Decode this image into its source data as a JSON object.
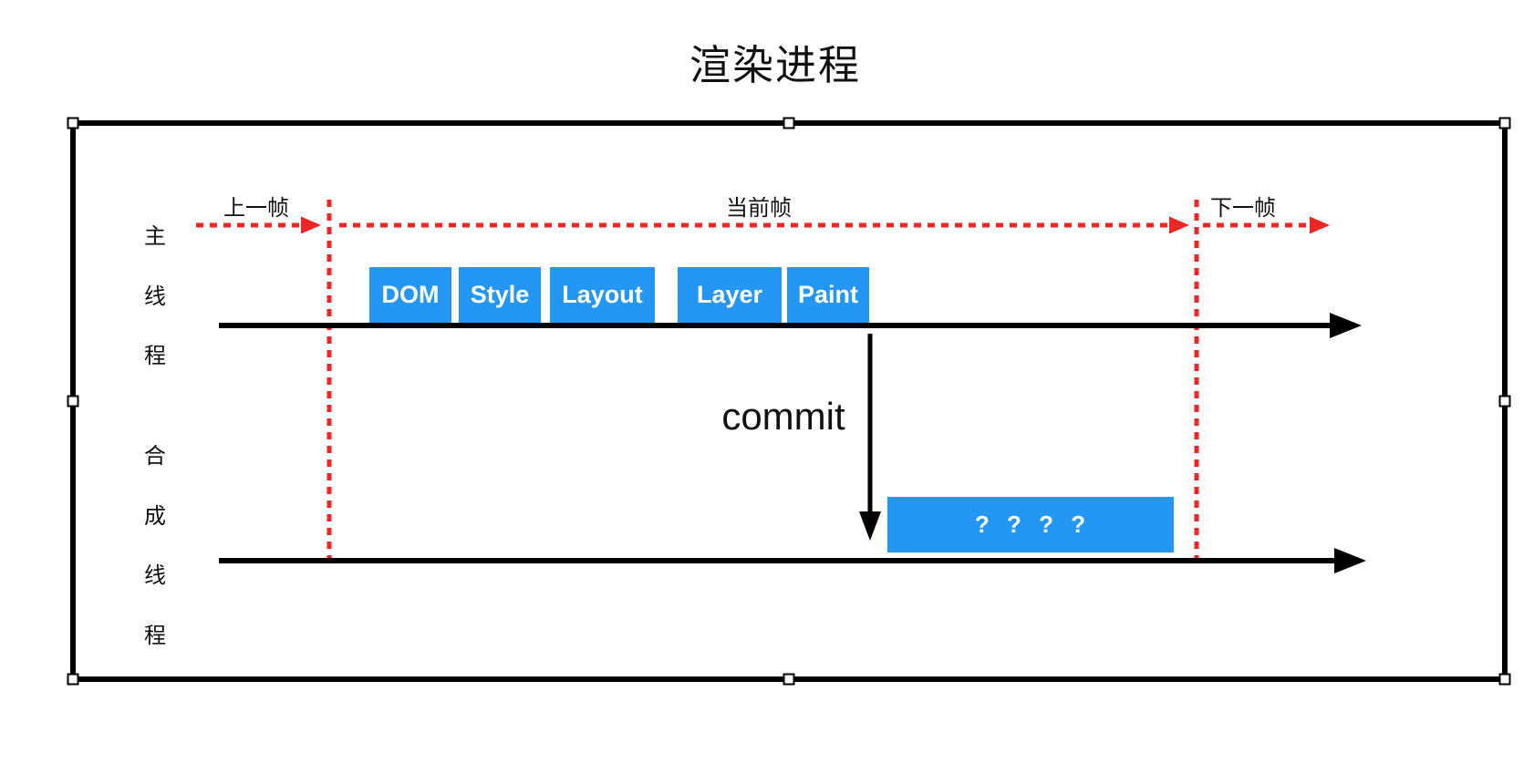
{
  "title": "渲染进程",
  "colors": {
    "stage_blue": "#2397f3",
    "frame_red": "#ed2626",
    "line_black": "#000000"
  },
  "threads": {
    "main": {
      "label": "主线程",
      "chars": [
        "主",
        "线",
        "程"
      ]
    },
    "compositor": {
      "label": "合成线程",
      "chars": [
        "合",
        "成",
        "线",
        "程"
      ]
    }
  },
  "frame_labels": {
    "previous": "上一帧",
    "current": "当前帧",
    "next": "下一帧"
  },
  "main_thread_stages": [
    "DOM",
    "Style",
    "Layout",
    "Layer",
    "Paint"
  ],
  "commit_label": "commit",
  "compositor_task_label": "? ? ? ?"
}
